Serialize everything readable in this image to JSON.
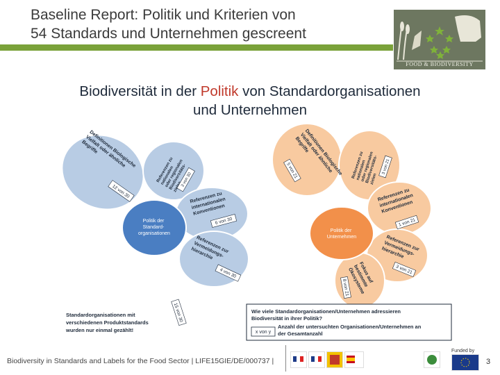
{
  "slide": {
    "title_line1": "Baseline Report: Politik und Kriterien von",
    "title_line2": "54 Standards und Unternehmen gescreent",
    "subtitle_part1": "Biodiversität in der ",
    "subtitle_highlight": "Politik",
    "subtitle_part2": " von Standardorganisationen",
    "subtitle_line2": "und Unternehmen",
    "logo_text": "FOOD & BIODIVERSITY"
  },
  "diagram": {
    "blue_center": [
      "Politik der",
      "Standard-",
      "organisationen"
    ],
    "orange_center": [
      "Politik der",
      "Unternehmen"
    ],
    "blue_petals": {
      "definitions": [
        "Definitionen Biologische",
        "Vielfalt oder ähnliche",
        "Begriffe"
      ],
      "definitions_count": "12 von 30",
      "references_goals": [
        "Referenzen zu",
        "nationalen",
        "oder regionalen",
        "Biodiversitäts-",
        "zielen"
      ],
      "references_goals_count": "3 von 30",
      "references_conventions": [
        "Referenzen zu",
        "internationalen",
        "Konventionen"
      ],
      "references_conventions_count": "6 von 30",
      "references_avoidance": [
        "Referenzen zur",
        "Vermeidungs-",
        "hierarchie"
      ],
      "references_avoidance_count": "4 von 30"
    },
    "orange_petals": {
      "definitions": [
        "Definitionen Biologische",
        "Vielfalt oder ähnliche",
        "Begriffe"
      ],
      "definitions_count": "5 von 21",
      "references_goals": [
        "Referenzen zu",
        "nationalen",
        "oder regionalen",
        "Biodiversitäts-",
        "zielen"
      ],
      "references_goals_count": "3 von 21",
      "references_conventions": [
        "Referenzen zu",
        "internationalen",
        "Konventionen"
      ],
      "references_conventions_count": "1 von 21",
      "references_avoidance": [
        "Referenzen zur",
        "Vermeidungs-",
        "hierarchie"
      ],
      "references_avoidance_count": "3 von 21",
      "focus": [
        "Fokus auf",
        "bestimmte",
        "Ökosysteme"
      ],
      "focus_count": "8 von 21"
    },
    "multi_standards_text": [
      "Standardorganisationen mit",
      "verschiedenen Produktstandards",
      "wurden nur einmal gezählt!"
    ],
    "multi_standards_count": "15 von 30",
    "legend_question": [
      "Wie viele Standardorganisationen/Unternehmen adressieren",
      "Biodiversität in ihrer Politik?"
    ],
    "legend_explain": [
      "Anzahl der untersuchten Organisationen/Unternehmen an",
      "der Gesamtanzahl"
    ],
    "legend_box": "x von y"
  },
  "footer": {
    "text": "Biodiversity in Standards and Labels for the Food Sector | LIFE15GIE/DE/000737 |",
    "funded_by": "Funded by",
    "page_number": "3"
  },
  "colors": {
    "green_bar": "#7aa23a",
    "blue_petal": "#b8cce4",
    "blue_center": "#4a7ec2",
    "orange_petal": "#f8caa0",
    "orange_center": "#f2904a",
    "highlight": "#c0392b"
  }
}
